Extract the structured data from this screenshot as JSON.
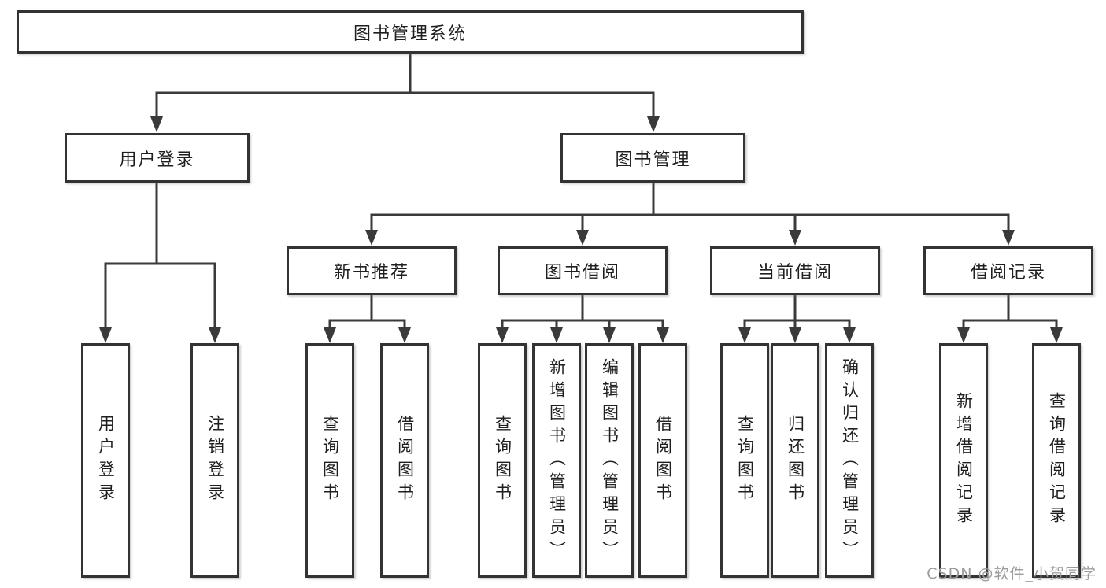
{
  "diagram": {
    "root": "图书管理系统",
    "level2": [
      "用户登录",
      "图书管理"
    ],
    "level3": [
      "新书推荐",
      "图书借阅",
      "当前借阅",
      "借阅记录"
    ],
    "leaves": [
      "用户登录",
      "注销登录",
      "查询图书",
      "借阅图书",
      "查询图书",
      "新增图书（管理员）",
      "编辑图书（管理员）",
      "借阅图书",
      "查询图书",
      "归还图书",
      "确认归还（管理员）",
      "新增借阅记录",
      "查询借阅记录"
    ]
  },
  "watermark": "CSDN @软件_小贺同学",
  "colors": {
    "line": "#3a3a3a",
    "box_border": "#333333",
    "text": "#1f1f1f",
    "background": "#ffffff",
    "watermark": "#9b9b9b"
  }
}
